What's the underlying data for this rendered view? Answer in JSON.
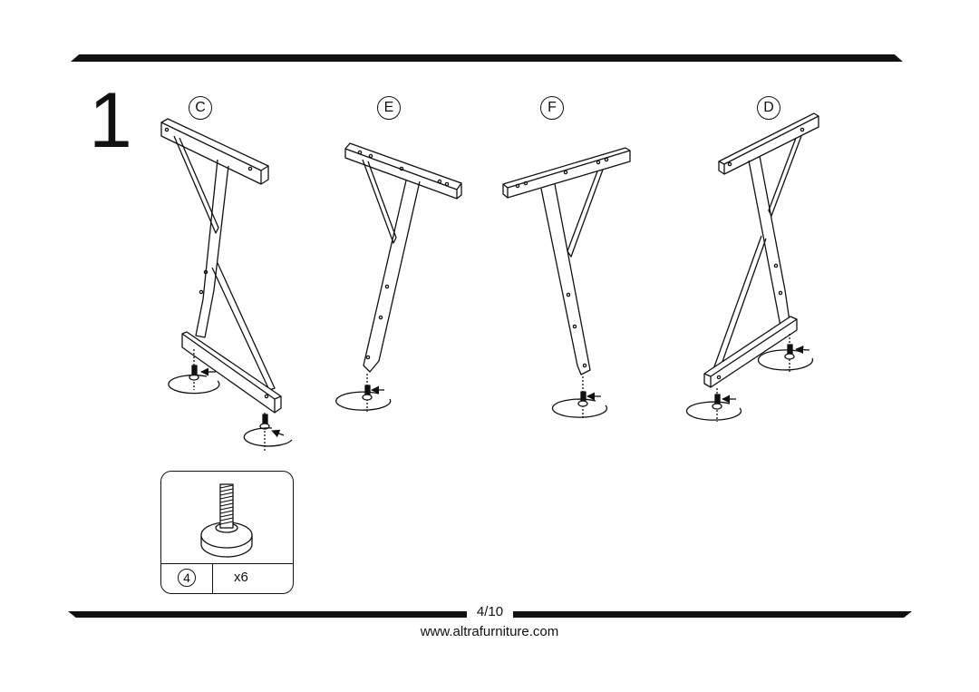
{
  "step": {
    "number": "1"
  },
  "parts": {
    "c": "C",
    "e": "E",
    "f": "F",
    "d": "D"
  },
  "hardware": {
    "number": "4",
    "quantity": "x6"
  },
  "footer": {
    "page": "4/10",
    "website": "www.altrafurniture.com"
  }
}
